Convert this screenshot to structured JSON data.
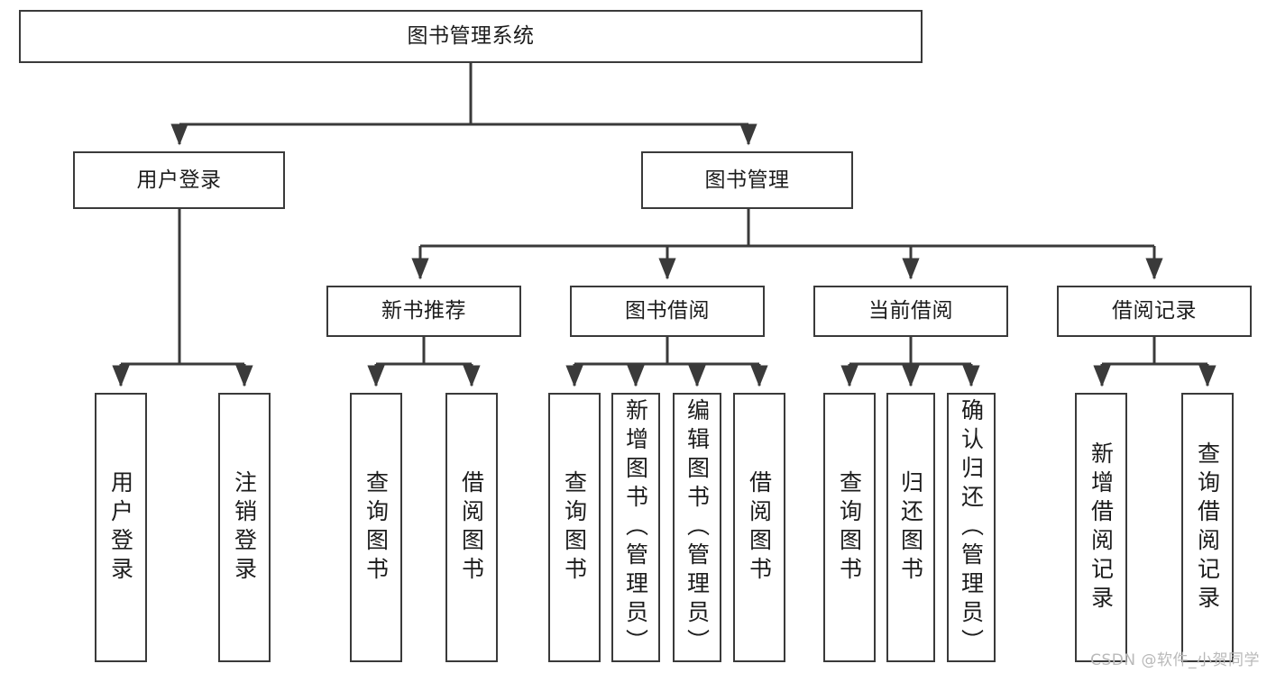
{
  "diagram": {
    "title": "图书管理系统",
    "type": "tree-hierarchy",
    "watermark": "CSDN @软件_小贺同学",
    "colors": {
      "stroke": "#3a3a3a",
      "fill": "#ffffff",
      "text": "#1c1c1c",
      "watermark": "#b9b9b9"
    }
  },
  "nodes": {
    "root": {
      "label": "图书管理系统"
    },
    "level2": [
      {
        "label": "用户登录"
      },
      {
        "label": "图书管理"
      }
    ],
    "level3": [
      {
        "label": "新书推荐"
      },
      {
        "label": "图书借阅"
      },
      {
        "label": "当前借阅"
      },
      {
        "label": "借阅记录"
      }
    ],
    "leaves": {
      "user_login": [
        {
          "label": "用户登录"
        },
        {
          "label": "注销登录"
        }
      ],
      "new_book_recommend": [
        {
          "label": "查询图书"
        },
        {
          "label": "借阅图书"
        }
      ],
      "book_borrow": [
        {
          "label": "查询图书"
        },
        {
          "label": "新增图书（管理员）"
        },
        {
          "label": "编辑图书（管理员）"
        },
        {
          "label": "借阅图书"
        }
      ],
      "current_borrow": [
        {
          "label": "查询图书"
        },
        {
          "label": "归还图书"
        },
        {
          "label": "确认归还（管理员）"
        }
      ],
      "borrow_record": [
        {
          "label": "新增借阅记录"
        },
        {
          "label": "查询借阅记录"
        }
      ]
    }
  }
}
